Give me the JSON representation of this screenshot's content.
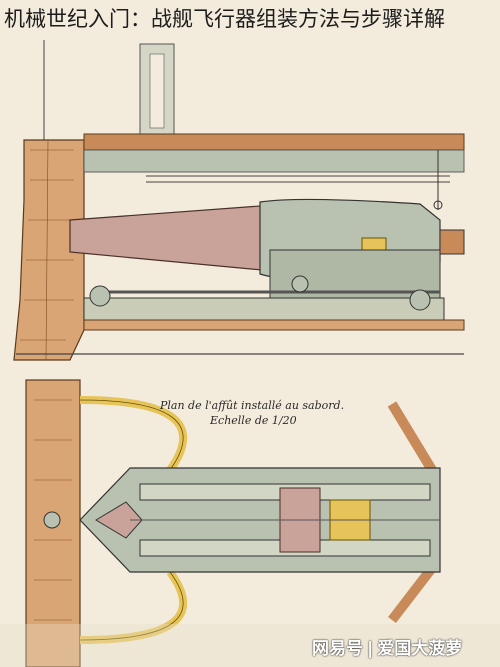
{
  "page": {
    "title": "机械世纪入门：战舰飞行器组装方法与步骤详解"
  },
  "drawing": {
    "plan_caption": "Plan de l'affût installé au sabord.",
    "plan_scale": "Echelle de 1/20"
  },
  "watermark": {
    "platform": "网易号",
    "author": "爱国大菠萝"
  },
  "colors": {
    "paper": "#f3ecdc",
    "wood": "#d9a574",
    "steel": "#b9c2b0",
    "barrel": "#c9a39a",
    "brass": "#e6c45a"
  }
}
